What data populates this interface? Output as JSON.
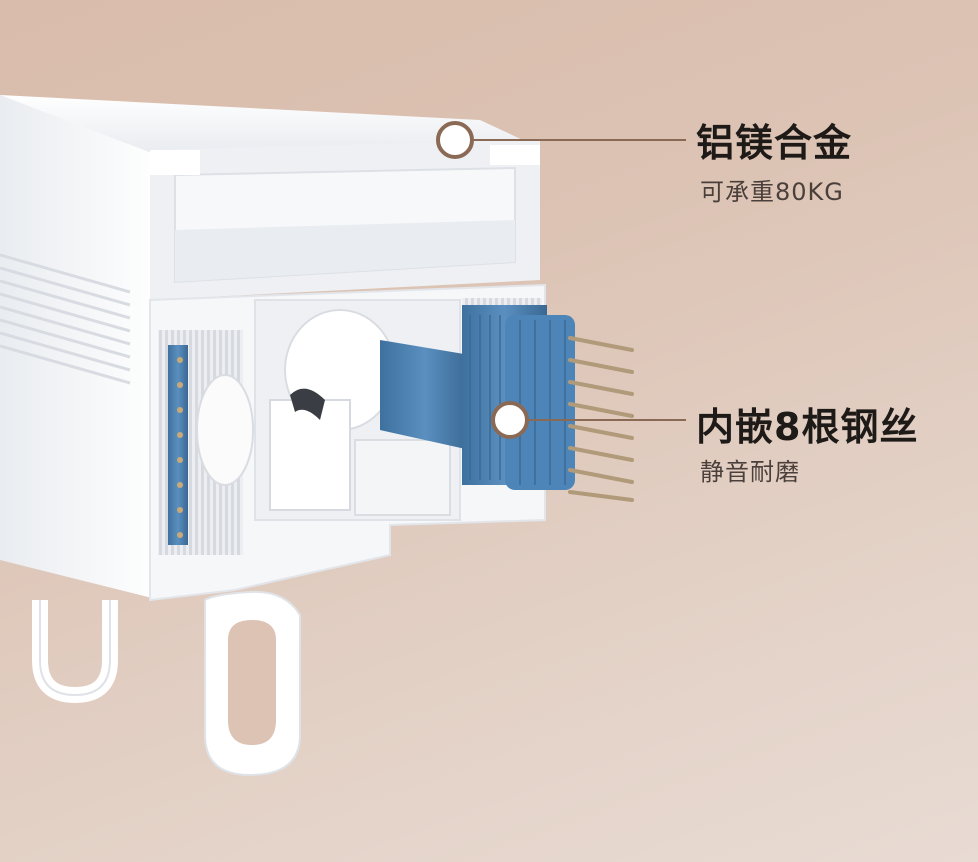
{
  "callouts": [
    {
      "title": "铝镁合金",
      "subtitle": "可承重80KG"
    },
    {
      "title": "内嵌8根钢丝",
      "subtitle": "静音耐磨"
    }
  ],
  "colors": {
    "background": "#dcc3b4",
    "rail": "#f4f5f7",
    "belt": "#4a7fb0",
    "wire": "#a89070",
    "marker_ring": "#8a6a55",
    "leader_line": "#8a6a55"
  }
}
